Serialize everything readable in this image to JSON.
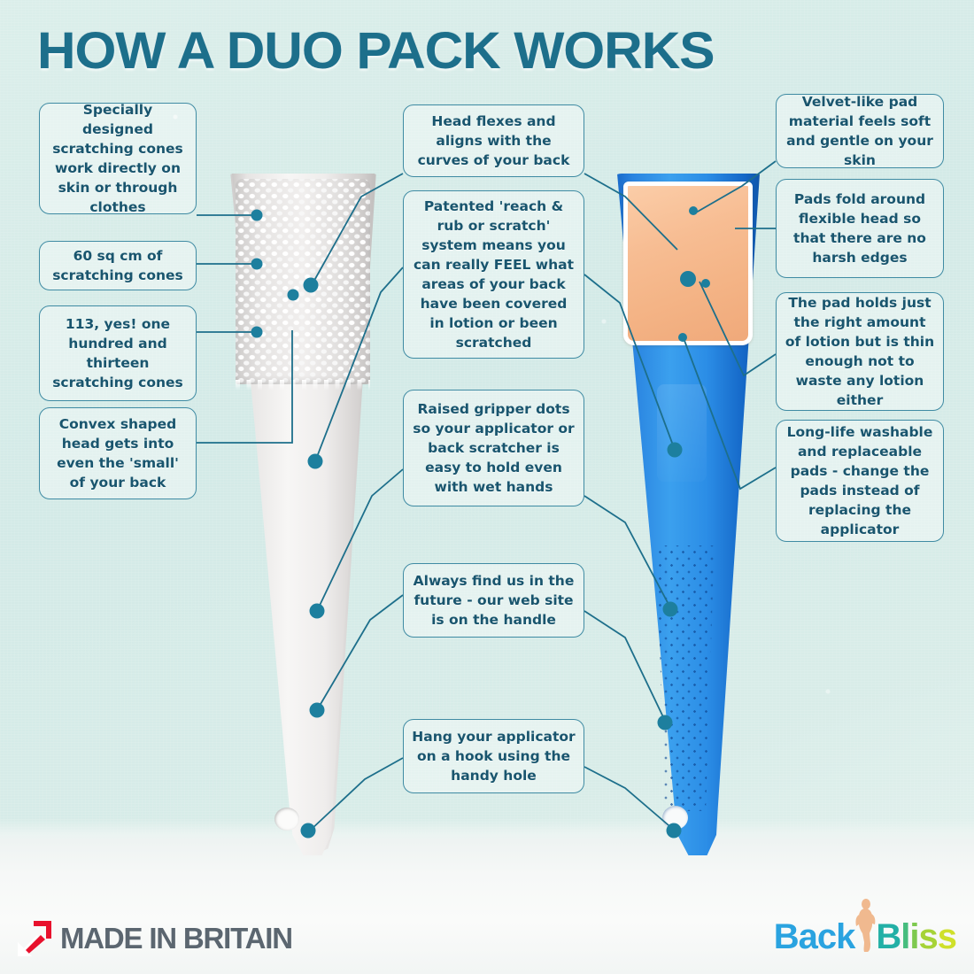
{
  "page": {
    "title": "HOW A DUO PACK WORKS",
    "background_color": "#d8ece8",
    "accent_color": "#19556e",
    "box_border_color": "#3f8ba3",
    "dot_color": "#1d7f9e"
  },
  "callouts": {
    "left": [
      {
        "id": "scratching-cones-direct",
        "text": "Specially designed scratching cones work directly on skin or through clothes"
      },
      {
        "id": "sixty-sq-cm",
        "text": "60 sq cm of scratching cones"
      },
      {
        "id": "one-hundred-thirteen-cones",
        "text": "113, yes! one hundred and thirteen scratching cones"
      },
      {
        "id": "convex-shaped-head",
        "text": "Convex shaped head gets into even the 'small' of your back"
      }
    ],
    "middle": [
      {
        "id": "head-flexes",
        "text": "Head flexes and aligns with the curves of your back"
      },
      {
        "id": "patented-reach-rub-scratch",
        "text": "Patented 'reach & rub or scratch' system means you can really FEEL what areas of your back have been covered in lotion or been scratched"
      },
      {
        "id": "raised-gripper-dots",
        "text": "Raised gripper dots so your applicator or back scratcher is easy to hold even with wet hands"
      },
      {
        "id": "web-site-on-handle",
        "text": "Always find us in the future - our web site is on the handle"
      },
      {
        "id": "hang-on-hook",
        "text": "Hang your applicator on a hook using the handy hole"
      }
    ],
    "right": [
      {
        "id": "velvet-like-pad",
        "text": "Velvet-like pad material feels soft and gentle on your skin"
      },
      {
        "id": "pads-fold-around",
        "text": "Pads fold around flexible head so that there are no harsh edges"
      },
      {
        "id": "pad-holds-lotion",
        "text": "The pad holds just the right amount of lotion but is thin enough not to waste any lotion either"
      },
      {
        "id": "long-life-washable",
        "text": "Long-life washable and replaceable pads - change the pads instead of replacing the applicator"
      }
    ]
  },
  "products": {
    "scratcher": {
      "name": "back scratcher",
      "body_color": "#ececea",
      "cone_color": "#ffffff"
    },
    "applicator": {
      "name": "lotion applicator",
      "body_color": "#2a84e0",
      "pad_color": "#f7bd93"
    }
  },
  "footer": {
    "made_in_britain": "MADE IN BRITAIN",
    "brand_back": "Back",
    "brand_bliss_b": "B",
    "brand_bliss_l": "l",
    "brand_bliss_i": "i",
    "brand_bliss_s1": "s",
    "brand_bliss_s2": "s"
  }
}
